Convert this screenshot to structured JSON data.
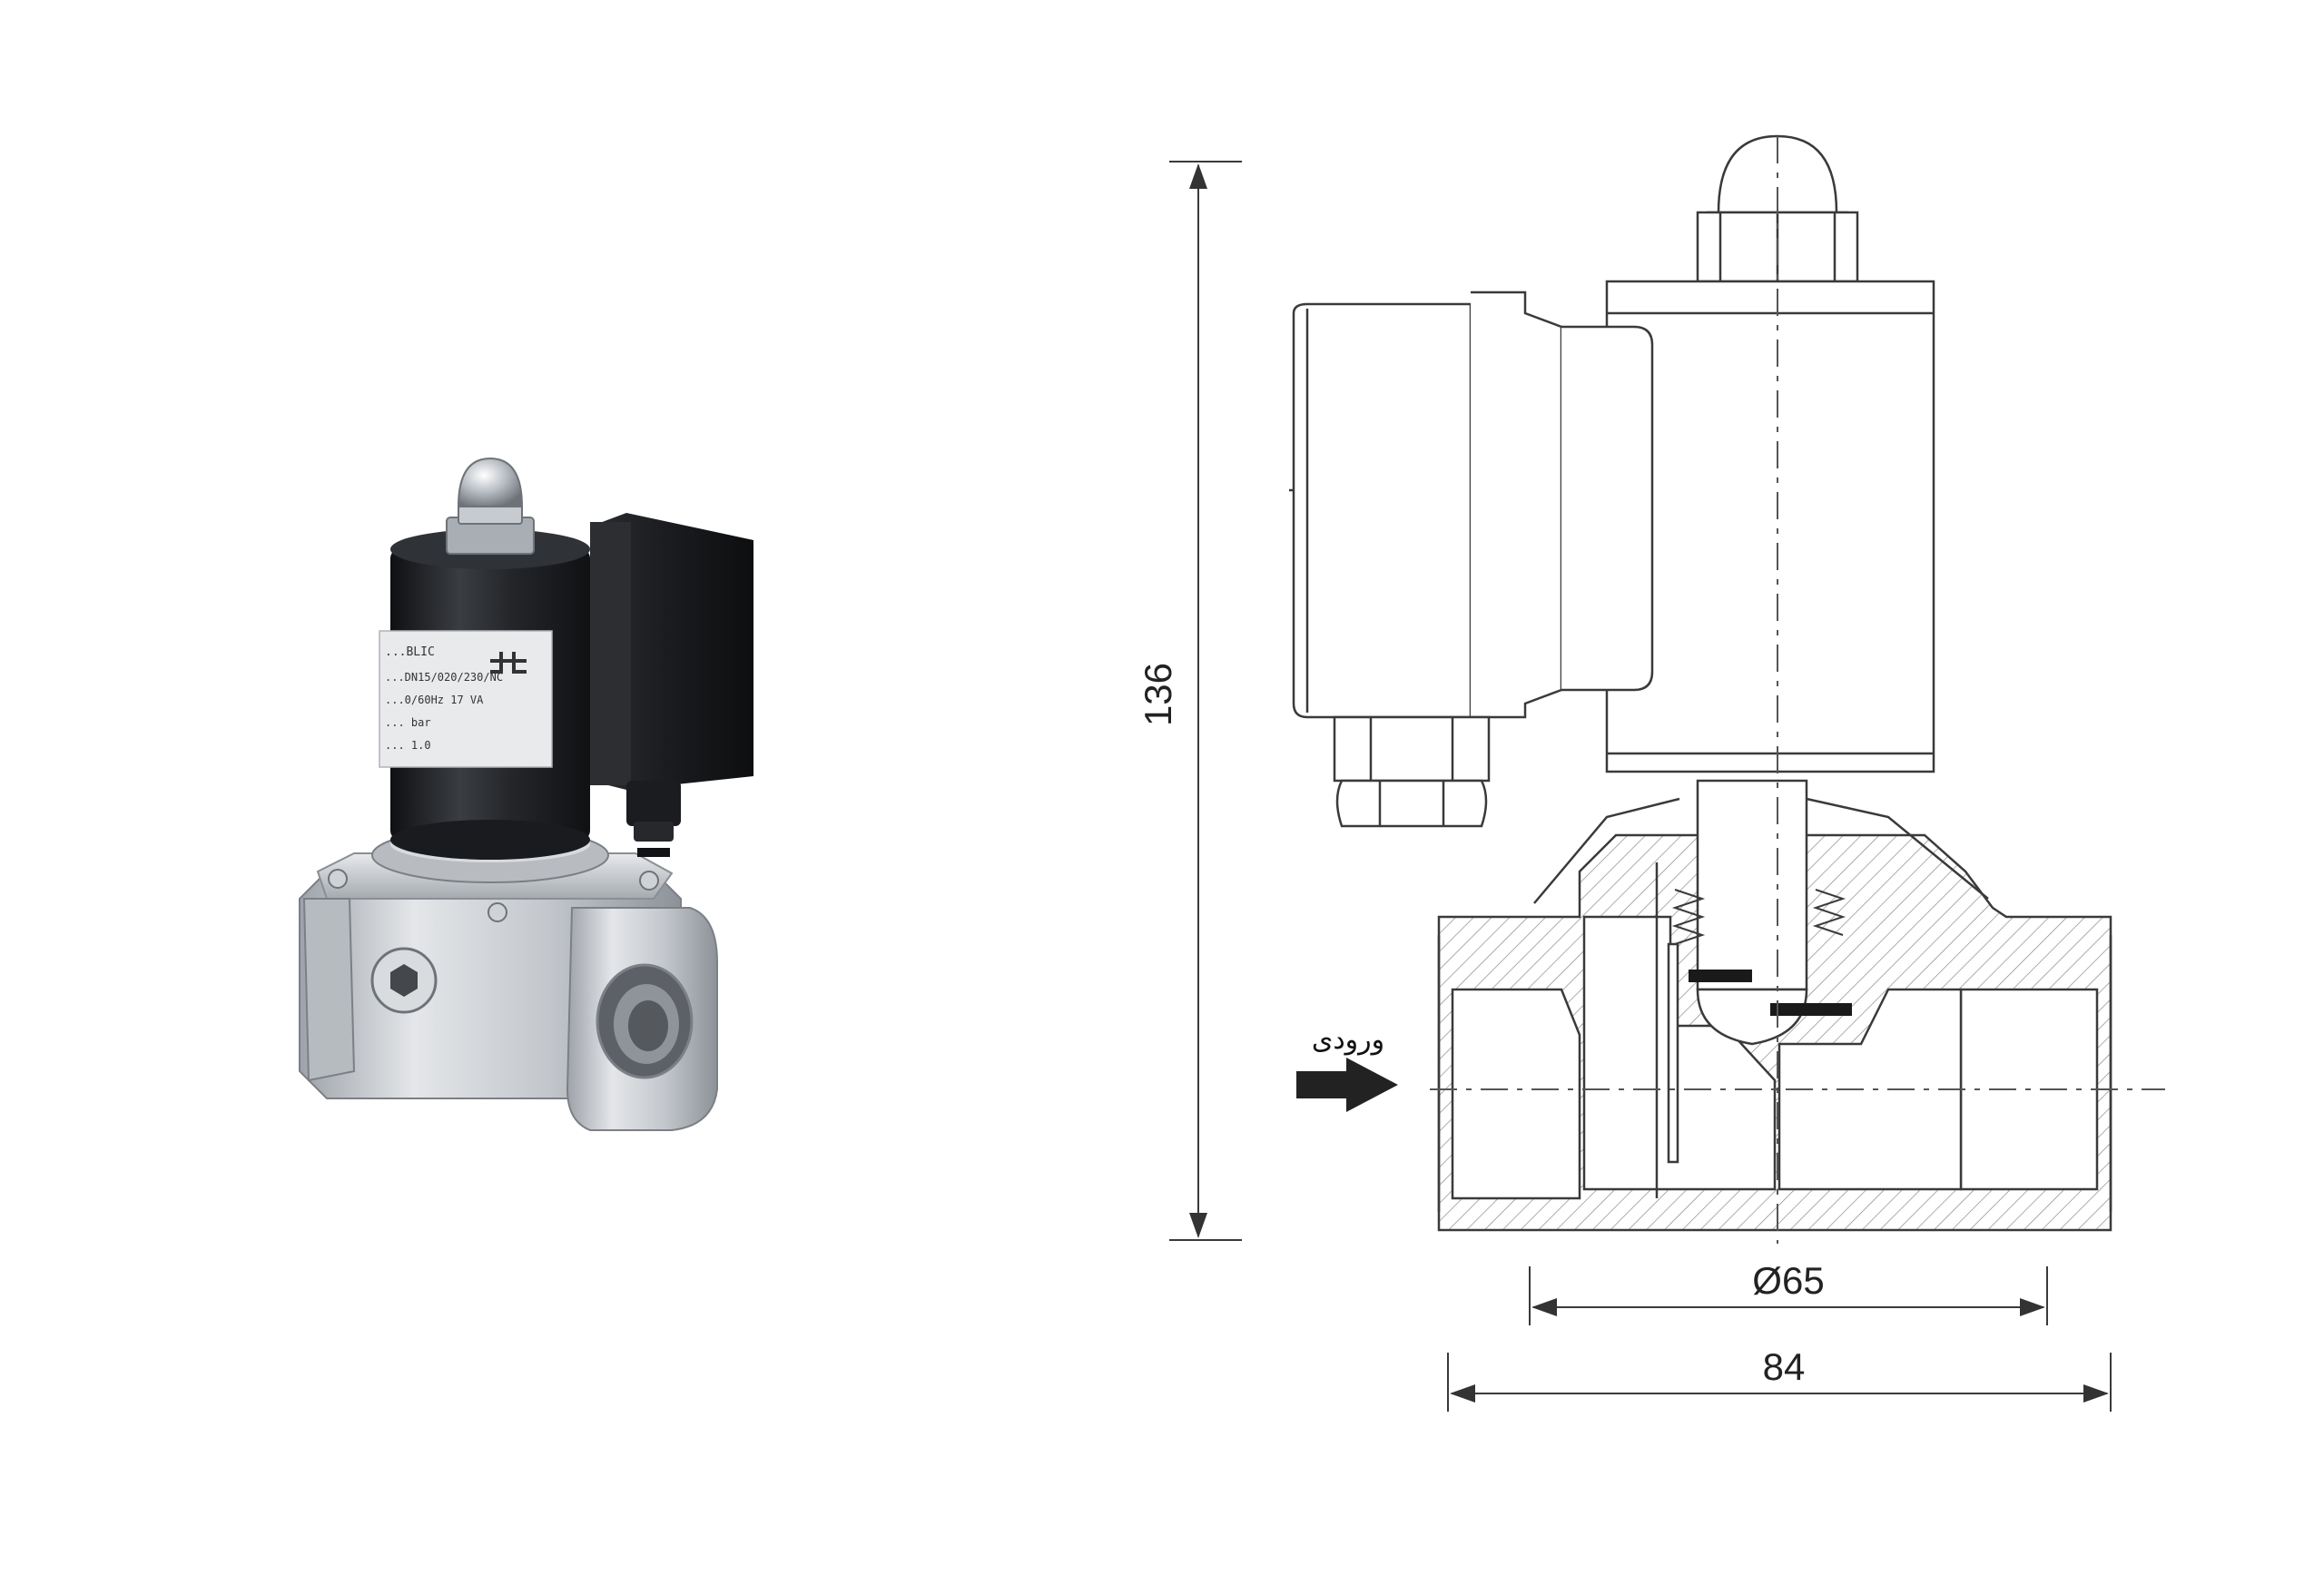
{
  "photo": {
    "nameplate": {
      "line1": "...BLIC",
      "line2": "...DN15/020/230/NC",
      "line3": "...0/60Hz  17 VA",
      "line4": "... bar",
      "line5": "... 1.0"
    }
  },
  "drawing": {
    "inlet_label": "ورودی",
    "dim_height": "136",
    "dim_diameter": "Ø65",
    "dim_width": "84"
  },
  "colors": {
    "line": "#3a3a3a",
    "hatch": "#8a8a8a",
    "coil_black": "#1f2124",
    "body_alu": "#c9ccd0",
    "arrow": "#222222"
  }
}
